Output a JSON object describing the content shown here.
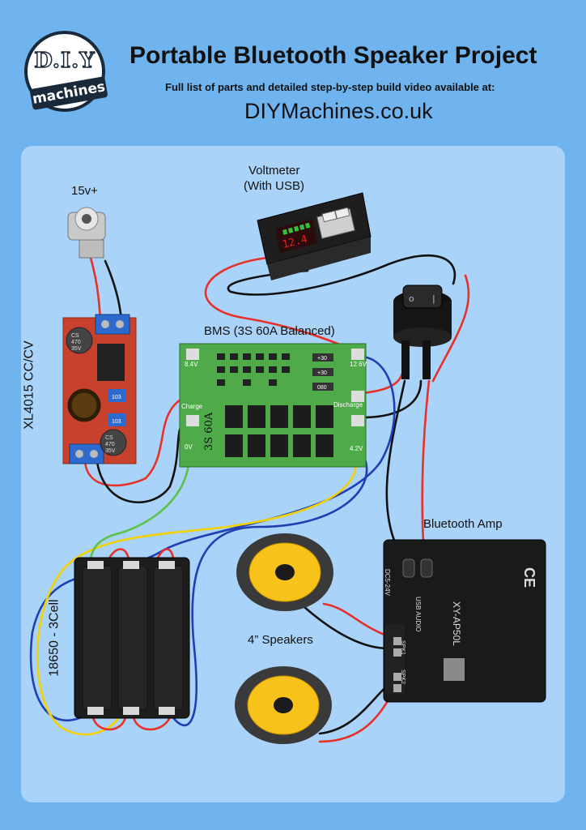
{
  "header": {
    "logo_top": "D.I.Y",
    "logo_band": "machines",
    "title": "Portable Bluetooth Speaker Project",
    "subtitle": "Full list of parts and detailed step-by-step build video available at:",
    "url": "DIYMachines.co.uk"
  },
  "components": {
    "jack": "15v+",
    "voltmeter_line1": "Voltmeter",
    "voltmeter_line2": "(With USB)",
    "bms": "BMS (3S 60A Balanced)",
    "converter": "XL4015 CC/CV",
    "amp": "Bluetooth Amp",
    "speakers": "4” Speakers",
    "battery": "18650 - 3Cell"
  },
  "board_text": {
    "bms_8v4": "8.4V",
    "bms_12v6": "12.6V",
    "bms_charge": "Charge",
    "bms_discharge": "Discharge",
    "bms_0v": "0V",
    "bms_4v2": "4.2V",
    "bms_model": "3S 60A",
    "bms_cap1": "+30",
    "bms_cap2": "+30",
    "bms_cap3": "080",
    "cap_line1": "CS",
    "cap_line2": "470",
    "cap_line3": "35V",
    "pot_label": "103",
    "amp_model": "XY-AP50L",
    "amp_power": "DC5-24V",
    "amp_usb": "USB AUDIO",
    "amp_spk1": "SPK1",
    "amp_spk2": "SPK2",
    "amp_ce": "CE",
    "voltmeter_reading": "12.4"
  },
  "colors": {
    "background": "#6fb4ee",
    "panel": "#a9d3f8",
    "wire_red": "#e8302a",
    "wire_black": "#111111",
    "wire_blue": "#1f3fb3",
    "wire_yellow": "#f4d100",
    "wire_green": "#5cc24a",
    "pcb_green": "#4faa4a",
    "pcb_red": "#c8412c",
    "speaker_yellow": "#f7c21a"
  }
}
